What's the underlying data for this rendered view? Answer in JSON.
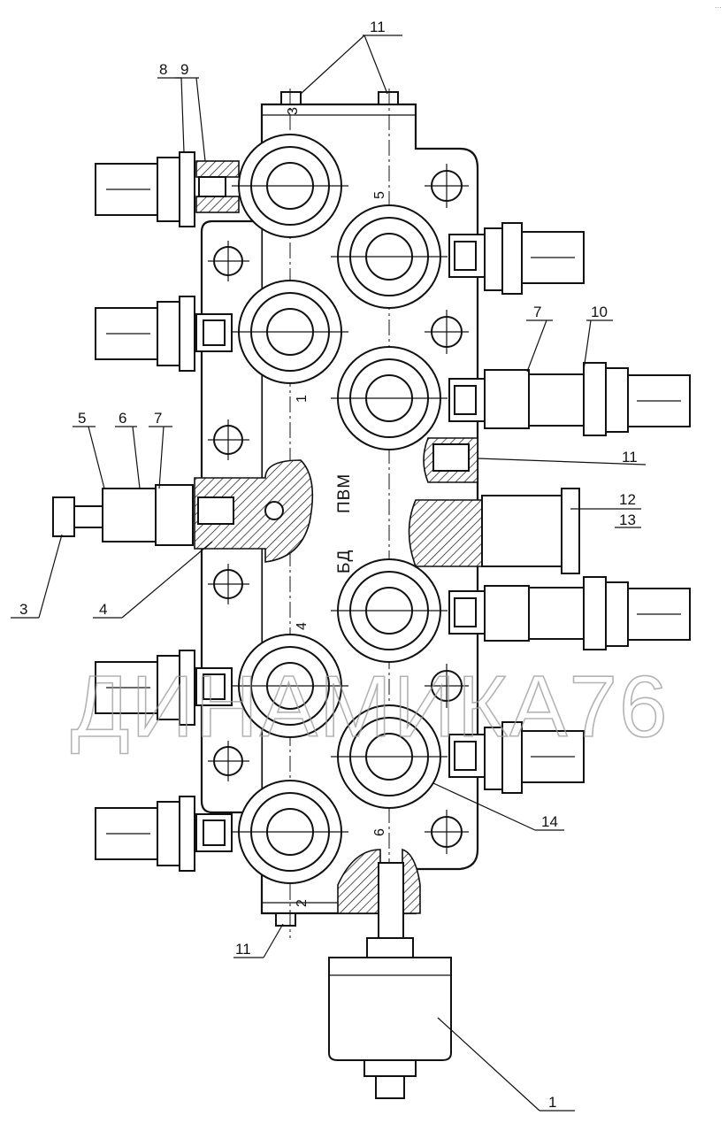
{
  "corner_mark": "…",
  "callouts": {
    "c1": "1",
    "c3": "3",
    "c4": "4",
    "c5": "5",
    "c6": "6",
    "c7_left": "7",
    "c7_right": "7",
    "c8": "8",
    "c9": "9",
    "c10": "10",
    "c11_top": "11",
    "c11_mid": "11",
    "c11_bottom": "11",
    "c12": "12",
    "c13": "13",
    "c14": "14"
  },
  "section_marks": {
    "s1": "1",
    "s2": "2",
    "s3": "3",
    "s4": "4",
    "s5": "5",
    "s6": "6"
  },
  "engravings": {
    "pvm": "ПВМ",
    "bd": "БД"
  },
  "watermark": "ДИНАМИКА76"
}
